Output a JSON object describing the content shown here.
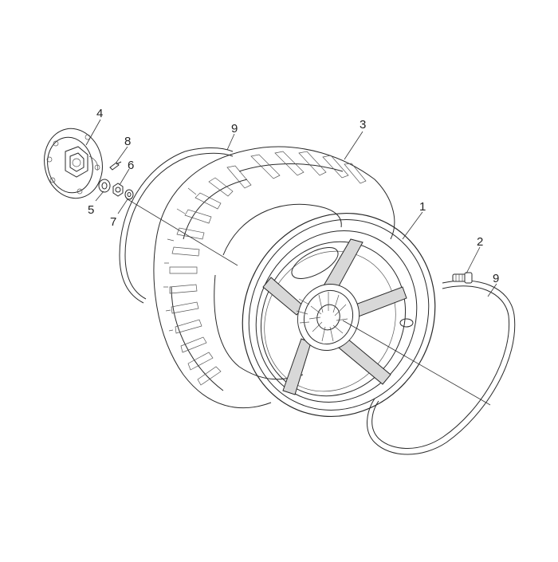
{
  "callouts": [
    {
      "id": "callout-1",
      "label": "1"
    },
    {
      "id": "callout-2",
      "label": "2"
    },
    {
      "id": "callout-3",
      "label": "3"
    },
    {
      "id": "callout-4",
      "label": "4"
    },
    {
      "id": "callout-5",
      "label": "5"
    },
    {
      "id": "callout-6",
      "label": "6"
    },
    {
      "id": "callout-7",
      "label": "7"
    },
    {
      "id": "callout-8",
      "label": "8"
    },
    {
      "id": "callout-9a",
      "label": "9"
    },
    {
      "id": "callout-9b",
      "label": "9"
    }
  ],
  "colors": {
    "line": "#2a2a2a",
    "background": "#ffffff"
  }
}
